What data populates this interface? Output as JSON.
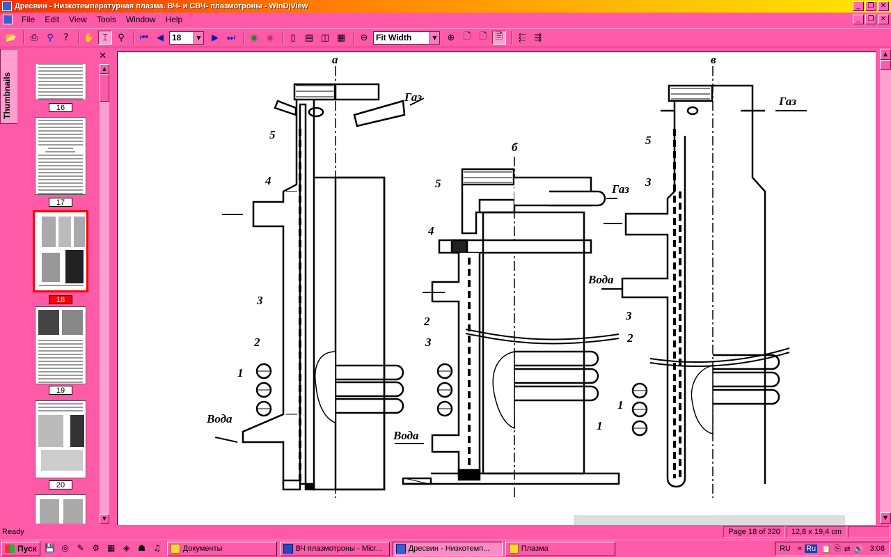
{
  "window": {
    "title": "Дресвин - Низкотемпературная плазма. ВЧ- и СВЧ- плазмотроны - WinDjView",
    "minimize": "_",
    "restore": "❐",
    "close": "✕"
  },
  "menu": {
    "items": [
      "File",
      "Edit",
      "View",
      "Tools",
      "Window",
      "Help"
    ]
  },
  "toolbar": {
    "page_number": "18",
    "zoom": "Fit Width",
    "combo_arrow": "▼"
  },
  "sidebar": {
    "tab_label": "Thumbnails",
    "close": "✕",
    "thumbnails": [
      {
        "label": "16"
      },
      {
        "label": "17"
      },
      {
        "label": "18"
      },
      {
        "label": "19"
      },
      {
        "label": "20"
      }
    ],
    "selected_page": "18"
  },
  "document": {
    "label_a": "а",
    "label_b": "б",
    "label_v": "в",
    "gas": "Газ",
    "water": "Вода",
    "num_1": "1",
    "num_2": "2",
    "num_3": "3",
    "num_4": "4",
    "num_5": "5"
  },
  "status": {
    "text": "Ready",
    "page_info": "Page 18 of 320",
    "page_size": "12,8 x 19,4 cm"
  },
  "taskbar": {
    "start": "Пуск",
    "tasks": [
      {
        "label": "Документы"
      },
      {
        "label": "ВЧ плазмотроны - Micr..."
      },
      {
        "label": "Дресвин - Низкотемп..."
      },
      {
        "label": "Плазма"
      }
    ],
    "lang": "RU",
    "lang_box": "Ru",
    "chevrons": "«",
    "clock": "3:08"
  }
}
